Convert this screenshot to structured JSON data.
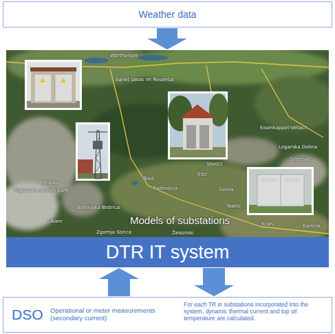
{
  "diagram": {
    "nodes": [
      {
        "text": [
          "Weather data"
        ]
      },
      {
        "text": [
          "Models of substations"
        ]
      },
      {
        "text": [
          "DTR IT system"
        ],
        "in": 1
      },
      {
        "text": [
          "DSO",
          "Operational or meter measurements (secondary current)",
          "For each TR in substations incorporated into the system, dynamic thermal current and top oil temperature are calculated."
        ]
      }
    ],
    "edges": [
      {
        "from": 0,
        "to": 1,
        "arrow": "to"
      },
      {
        "from": 3,
        "to": 2,
        "arrow": "to"
      },
      {
        "from": 2,
        "to": 3,
        "arrow": "to"
      }
    ],
    "labels": [
      "Wörthersee",
      "Sankt Jakob im Rosental",
      "Eisenkappel-Vellach",
      "Logarska Dolina",
      "Grintovec",
      "Triglav",
      "Triglavski narodni park",
      "Bled",
      "Radovljica",
      "Storžič",
      "Tržič",
      "Golnik",
      "Naklo",
      "Bohinjska Bistrica",
      "Ukanc",
      "Zgornja Sorica",
      "Železniki",
      "Kranj",
      "Kamnik"
    ]
  }
}
